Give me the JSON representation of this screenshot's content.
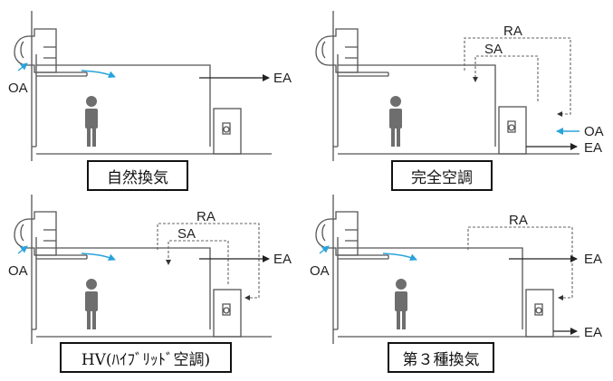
{
  "labels": {
    "oa": "OA",
    "ea": "EA",
    "ra": "RA",
    "sa": "SA"
  },
  "panels": [
    {
      "id": "natural",
      "caption": "自然換気"
    },
    {
      "id": "full-ac",
      "caption": "完全空調"
    },
    {
      "id": "hybrid",
      "caption": "HV(ﾊｲﾌﾞﾘｯﾄﾞ空調)"
    },
    {
      "id": "type3",
      "caption": "第３種換気"
    }
  ],
  "colors": {
    "line": "#555555",
    "outdoor_air": "#29a3dc",
    "person": "#6e6e6e",
    "caption_border": "#111111"
  }
}
